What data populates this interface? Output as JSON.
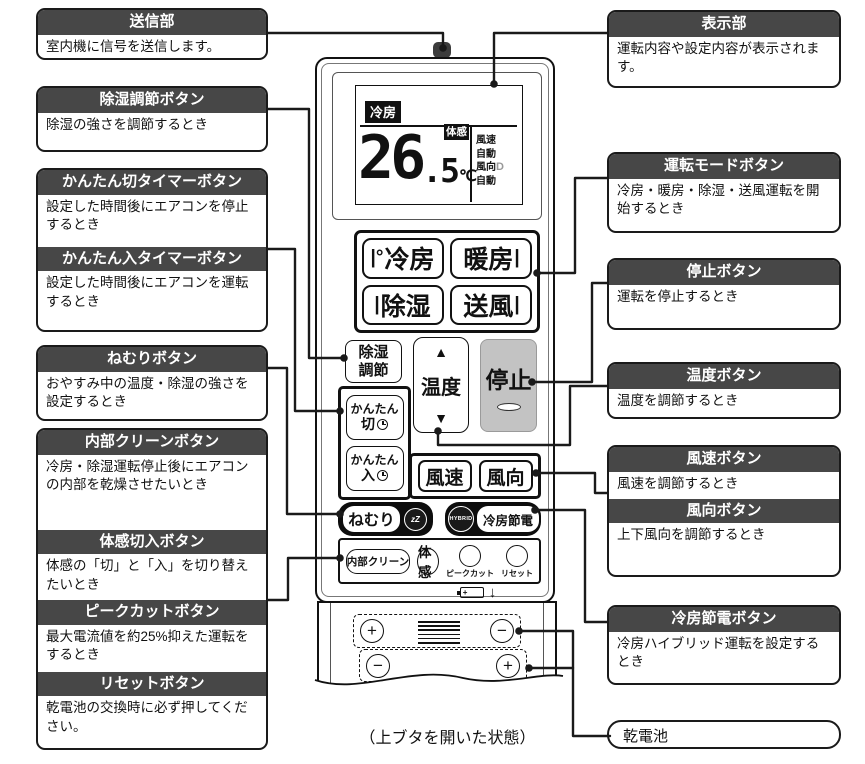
{
  "callouts_left": {
    "transmitter": {
      "title": "送信部",
      "body": "室内機に信号を送信します。"
    },
    "dehumidify_adjust": {
      "title": "除湿調節ボタン",
      "body": "除湿の強さを調節するとき"
    },
    "easy_off_timer": {
      "title": "かんたん切タイマーボタン",
      "body": "設定した時間後にエアコンを停止するとき"
    },
    "easy_on_timer": {
      "title": "かんたん入タイマーボタン",
      "body": "設定した時間後にエアコンを運転するとき"
    },
    "sleep": {
      "title": "ねむりボタン",
      "body": "おやすみ中の温度・除湿の強さを設定するとき"
    },
    "internal_clean": {
      "title": "内部クリーンボタン",
      "body": "冷房・除湿運転停止後にエアコンの内部を乾燥させたいとき"
    },
    "taikan_switch": {
      "title": "体感切入ボタン",
      "body": "体感の「切」と「入」を切り替えたいとき"
    },
    "peak_cut": {
      "title": "ピークカットボタン",
      "body": "最大電流値を約25%抑えた運転をするとき"
    },
    "reset": {
      "title": "リセットボタン",
      "body": "乾電池の交換時に必ず押してください。"
    }
  },
  "callouts_right": {
    "display": {
      "title": "表示部",
      "body": "運転内容や設定内容が表示されます。"
    },
    "mode": {
      "title": "運転モードボタン",
      "body": "冷房・暖房・除湿・送風運転を開始するとき"
    },
    "stop": {
      "title": "停止ボタン",
      "body": "運転を停止するとき"
    },
    "temperature": {
      "title": "温度ボタン",
      "body": "温度を調節するとき"
    },
    "fan_speed": {
      "title": "風速ボタン",
      "body": "風速を調節するとき"
    },
    "fan_direction": {
      "title": "風向ボタン",
      "body": "上下風向を調節するとき"
    },
    "cooling_save": {
      "title": "冷房節電ボタン",
      "body": "冷房ハイブリッド運転を設定するとき"
    },
    "dry_battery": {
      "label": "乾電池"
    }
  },
  "remote": {
    "lcd": {
      "mode_badge": "冷房",
      "temp_int": "26",
      "temp_frac": ".5",
      "temp_unit": "℃",
      "taikan_badge": "体感",
      "status_fan_speed_label": "風速",
      "status_fan_speed_value": "自動",
      "status_fan_dir_label": "風向",
      "status_fan_dir_mode": "D",
      "status_fan_dir_value": "自動"
    },
    "mode_buttons": [
      {
        "prefix": "|°",
        "label": "冷房",
        "suffix": ""
      },
      {
        "prefix": "",
        "label": "暖房",
        "suffix": "|"
      },
      {
        "prefix": "|",
        "label": "除湿",
        "suffix": ""
      },
      {
        "prefix": "",
        "label": "送風",
        "suffix": "|"
      }
    ],
    "dehumidify_button": {
      "line1": "除湿",
      "line2": "調節"
    },
    "temp_button": {
      "up": "▲",
      "label": "温度",
      "down": "▼"
    },
    "stop_button": {
      "label": "停止"
    },
    "easy_off_button": {
      "line1": "かんたん",
      "line2": "切"
    },
    "easy_on_button": {
      "line1": "かんたん",
      "line2": "入"
    },
    "fan_speed_button": "風速",
    "fan_dir_button": "風向",
    "sleep_button": "ねむり",
    "sleep_icon_text": "zZ",
    "hybrid_icon_label": "HYBRID",
    "cooling_save_button": "冷房節電",
    "internal_clean_button": "内部クリーン",
    "taikan_button": "体感",
    "peak_cut_label": "ピークカット",
    "reset_label": "リセット",
    "battery_insert_arrow": "↓",
    "battery_slot1": {
      "left_terminal": "+",
      "right_terminal": "−"
    },
    "battery_slot2": {
      "left_terminal": "−",
      "right_terminal": "+"
    }
  },
  "caption": "（上ブタを開いた状態）"
}
